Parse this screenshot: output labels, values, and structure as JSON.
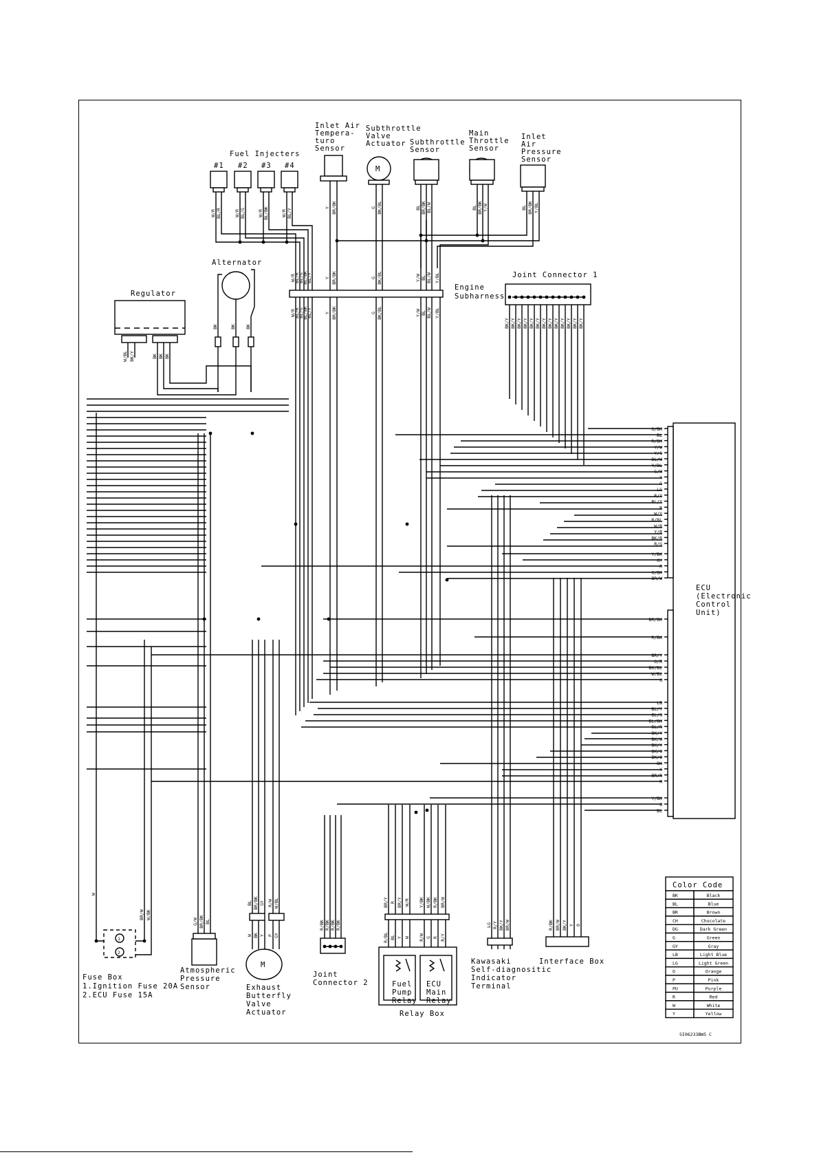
{
  "components": {
    "fuel_injectors": {
      "title": "Fuel Injecters",
      "nums": [
        "#1",
        "#2",
        "#3",
        "#4"
      ],
      "wires": [
        [
          "W/R",
          "BL/R"
        ],
        [
          "W/R",
          "BL/G"
        ],
        [
          "W/R",
          "BL/BK"
        ],
        [
          "W/R",
          "BL/Y"
        ]
      ]
    },
    "inlet_air_temp": {
      "lines": [
        "Inlet Air",
        "Tempera-",
        "turo",
        "Sensor"
      ],
      "wires": [
        "Y",
        "BR/BK"
      ]
    },
    "subthrottle_actuator": {
      "lines": [
        "Subthrottle",
        "Valve",
        "Actuator"
      ],
      "wires": [
        "G",
        "BK/BL"
      ],
      "motor": "M"
    },
    "subthrottle_sensor": {
      "lines": [
        "Subthrottle",
        "Sensor"
      ],
      "wires": [
        "BL",
        "BR/BK",
        "BL/W"
      ]
    },
    "main_throttle": {
      "lines": [
        "Main",
        "Throttle",
        "Sensor"
      ],
      "wires": [
        "BL",
        "BR/BK",
        "Y/W"
      ]
    },
    "inlet_air_pressure": {
      "lines": [
        "Inlet",
        "Air",
        "Pressure",
        "Sensor"
      ],
      "wires": [
        "BL",
        "BR/BK",
        "Y/BL"
      ]
    },
    "alternator": {
      "title": "Alternator",
      "wires": [
        "BK",
        "BK",
        "BK"
      ]
    },
    "regulator": {
      "title": "Regulator",
      "wires": [
        "W/BL",
        "BK/Y",
        "BK",
        "BK",
        "BK"
      ]
    },
    "engine_subharness": {
      "lines": [
        "Engine",
        "Subharness"
      ]
    },
    "joint_connector_1": {
      "title": "Joint Connector 1",
      "wires": [
        "BK/Y",
        "BK/Y",
        "BK/Y",
        "BK/Y",
        "BK/Y",
        "BK/Y",
        "BK/Y",
        "BK/Y",
        "BK/Y",
        "BK/Y",
        "BK/Y",
        "BK/Y",
        "BK/Y"
      ]
    },
    "ecu": {
      "lines": [
        "ECU",
        "(Electronic",
        "Control",
        "Unit)"
      ]
    },
    "fuse_box": {
      "lines": [
        "Fuse Box",
        "1.Ignition Fuse 20A",
        "2.ECU Fuse 15A"
      ],
      "fuse_marks": [
        "1",
        "2"
      ],
      "wires": [
        "W",
        "BR/W",
        "W/BK"
      ]
    },
    "atmospheric": {
      "lines": [
        "Atmospheric",
        "Pressure",
        "Sensor"
      ],
      "wires": [
        "G/W",
        "BR/BK",
        "BL"
      ]
    },
    "exhaust": {
      "lines": [
        "Exhaust",
        "Butterfly",
        "Valve",
        "Actuator"
      ],
      "motor": "M",
      "wires_top": [
        "BL",
        "BR/BK",
        "GY",
        "R/W",
        "W/BL"
      ],
      "wires_bottom": [
        "W",
        "BK",
        "Y",
        "P",
        "GY"
      ]
    },
    "joint_connector_2": {
      "lines": [
        "Joint",
        "Connector 2"
      ],
      "wires": [
        "R/BK",
        "R/BK",
        "R/BK",
        "R/BK"
      ]
    },
    "relay_box": {
      "title": "Relay Box",
      "fuel_pump": [
        "Fuel",
        "Pump",
        "Relay"
      ],
      "ecu_main": [
        "ECU",
        "Main",
        "Relay"
      ],
      "wires_top": [
        "BR/Y",
        "R",
        "BR/Y",
        "W/R",
        "Y/BK",
        "W/BK",
        "R/BK",
        "BR/W"
      ],
      "wires_bottom": [
        "R/BL",
        "BL",
        "Y",
        "W",
        "R/W",
        "G",
        "R",
        "R/Y"
      ]
    },
    "kawasaki": {
      "lines": [
        "Kawasaki",
        "Self-diagnositic",
        "Indicator",
        "Terminal"
      ],
      "wires": [
        "LG",
        "R/Y",
        "BK/Y",
        "BR/W"
      ]
    },
    "interface_box": {
      "title": "Interface Box",
      "wires": [
        "R/BK",
        "BR/W",
        "BK/Y",
        "Y",
        "O"
      ]
    }
  },
  "ecu_pins": [
    "O/BK",
    "BL",
    "R/BK",
    "Y/W",
    "Y/G",
    "BL/W",
    "Y/BL",
    "G/W",
    "Y",
    "G",
    "LG",
    "R/Y",
    "BL/Y",
    "R",
    "W/Y",
    "R/BL",
    "W/R",
    "Y/R",
    "BK/R",
    "R/G",
    "Y/BK",
    "GY",
    "R",
    "G/BK",
    "BR/W",
    "BR/BK",
    "R/BK",
    "BR/Y",
    "O/R",
    "BK/BL",
    "W/BL",
    "G",
    "LB",
    "BL/Y",
    "BL/G",
    "BL/BK",
    "BL/R",
    "BK/Y",
    "BK/W",
    "BK/Y",
    "BK/G",
    "BK/O",
    "BK",
    "Y",
    "BR/R",
    "R",
    "Y/BK",
    "O",
    "BL"
  ],
  "subharness_wires": [
    "W/R",
    "BL/R",
    "BL/G",
    "BL/BK",
    "BL/Y",
    "Y",
    "BR/BK",
    "G",
    "BK/BL",
    "Y/W",
    "BL",
    "BL/W",
    "Y/BL"
  ],
  "color_code": {
    "title": "Color Code",
    "rows": [
      [
        "BK",
        "Black"
      ],
      [
        "BL",
        "Blue"
      ],
      [
        "BR",
        "Brown"
      ],
      [
        "CH",
        "Chocolate"
      ],
      [
        "DG",
        "Dark Green"
      ],
      [
        "G",
        "Green"
      ],
      [
        "GY",
        "Gray"
      ],
      [
        "LB",
        "Light Blue"
      ],
      [
        "LG",
        "Light Green"
      ],
      [
        "O",
        "Orange"
      ],
      [
        "P",
        "Pink"
      ],
      [
        "PU",
        "Purple"
      ],
      [
        "R",
        "Red"
      ],
      [
        "W",
        "White"
      ],
      [
        "Y",
        "Yellow"
      ]
    ]
  },
  "drawing_id": "SI06233BW5 C"
}
